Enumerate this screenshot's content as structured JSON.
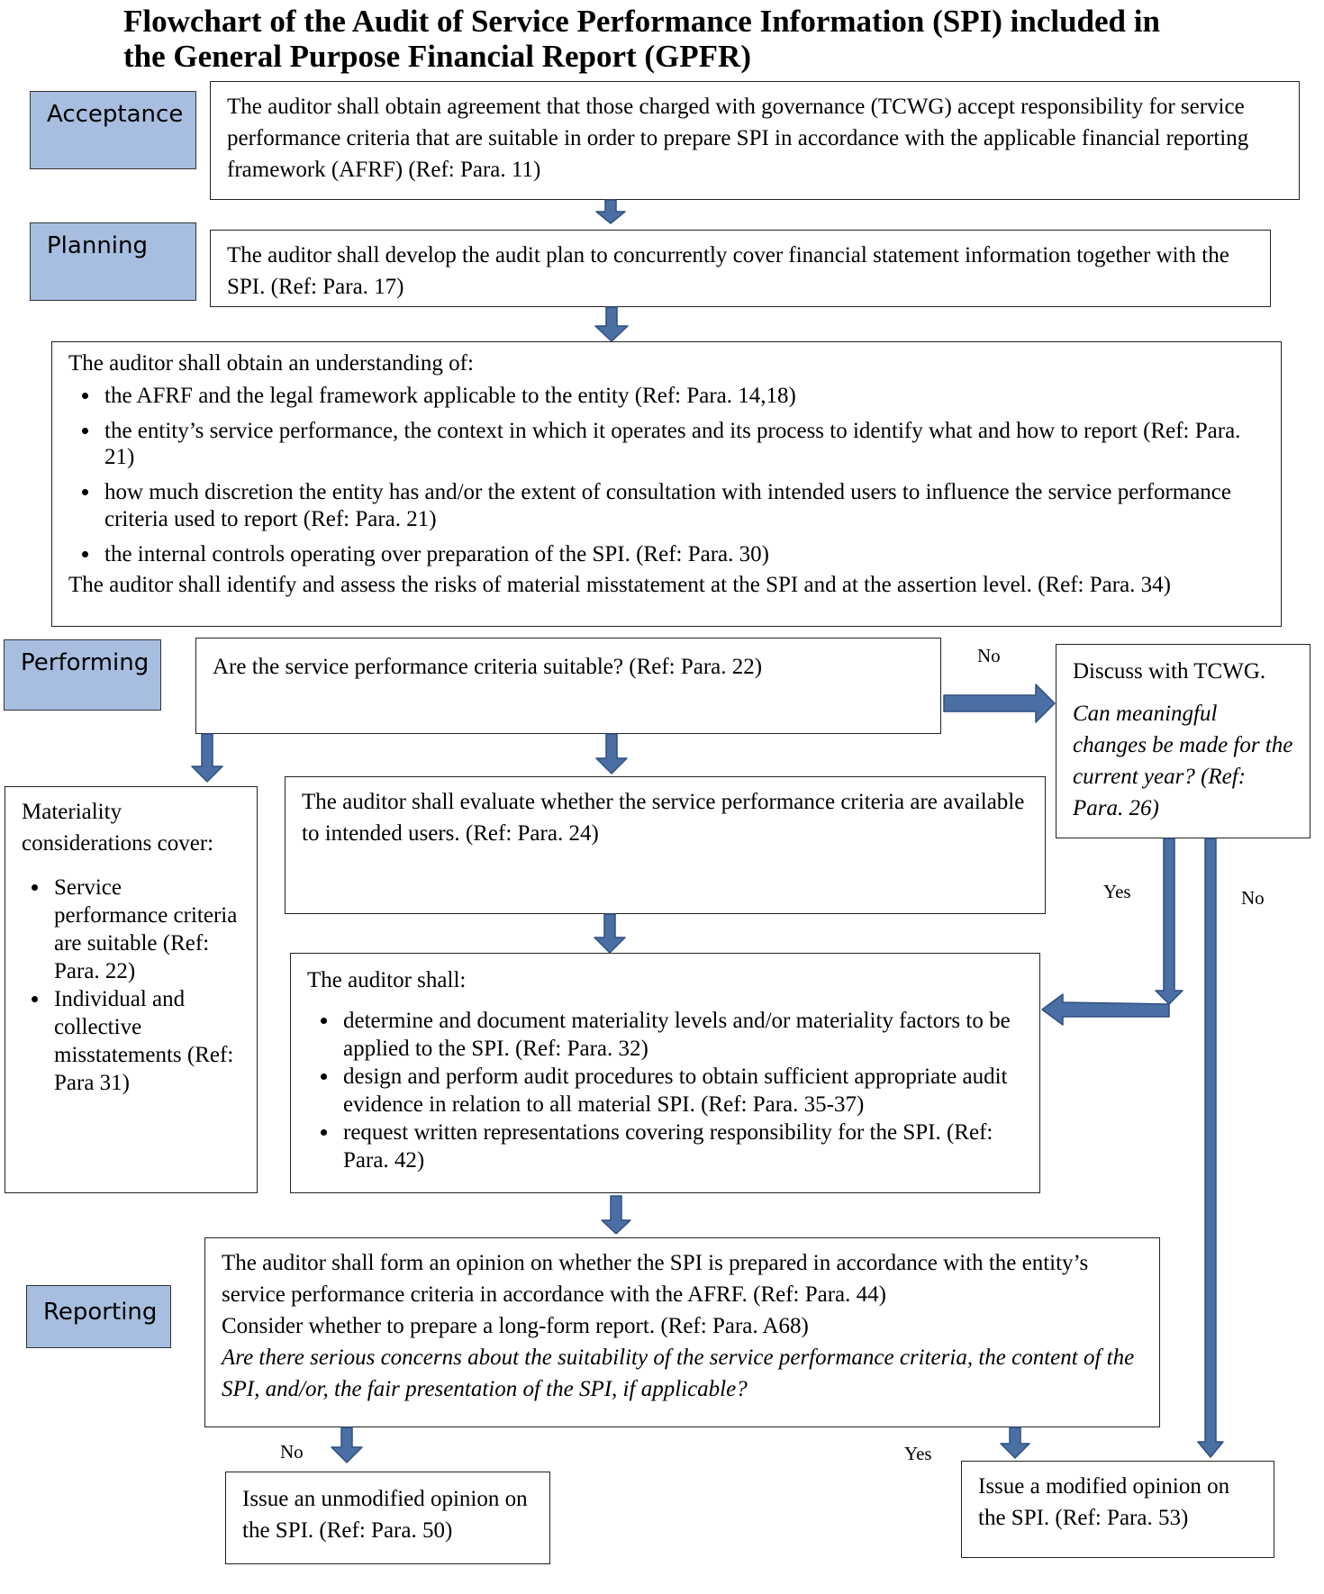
{
  "title": {
    "line1": "Flowchart of the Audit of Service Performance Information (SPI) included in",
    "line2": "the General Purpose Financial Report (GPFR)"
  },
  "stages": {
    "acceptance": "Acceptance",
    "planning": "Planning",
    "performing": "Performing",
    "reporting": "Reporting"
  },
  "boxes": {
    "acceptance": "The auditor shall obtain agreement that those charged with governance (TCWG) accept responsibility for service performance criteria that are suitable in order to prepare SPI in accordance with the applicable financial reporting framework (AFRF) (Ref: Para. 11)",
    "planning": "The auditor shall develop the audit plan to concurrently cover financial statement information together with the SPI. (Ref: Para. 17)",
    "understanding": {
      "intro": "The auditor shall obtain an understanding of:",
      "items": [
        "the AFRF and the legal framework applicable to the entity (Ref: Para. 14,18)",
        "the entity’s service performance, the context in which it operates and its process to identify what and how to report (Ref: Para. 21)",
        "how much discretion the entity has and/or the extent of consultation with intended users to influence the service performance criteria used to report (Ref: Para. 21)",
        "the internal controls operating over preparation of the SPI. (Ref: Para. 30)"
      ],
      "closing": "The auditor shall identify and assess the risks of material misstatement at the SPI and at the assertion level. (Ref: Para. 34)"
    },
    "suitable_question": "Are the service performance criteria suitable? (Ref: Para. 22)",
    "discuss": {
      "line": "Discuss with TCWG.",
      "question": "Can meaningful changes be made for the current year? (Ref: Para. 26)"
    },
    "materiality": {
      "intro": "Materiality considerations cover:",
      "items": [
        "Service performance criteria are suitable (Ref: Para. 22)",
        "Individual and collective misstatements (Ref: Para 31)"
      ]
    },
    "evaluate": "The auditor shall evaluate whether the service performance criteria are available to intended users. (Ref: Para. 24)",
    "auditor_shall": {
      "intro": "The auditor shall:",
      "items": [
        "determine and document materiality levels and/or materiality factors to be applied to the SPI. (Ref: Para. 32)",
        "design and perform audit procedures to obtain sufficient appropriate audit evidence in relation to all material SPI. (Ref: Para. 35-37)",
        "request written representations covering responsibility for the SPI. (Ref: Para. 42)"
      ]
    },
    "opinion": {
      "line1": "The auditor shall form an opinion on whether the SPI is prepared in accordance with the entity’s service performance criteria in accordance with the AFRF. (Ref: Para. 44)",
      "line2": "Consider whether to prepare a long-form report. (Ref: Para. A68)",
      "question": "Are there serious concerns about the suitability of the service performance criteria, the content of the SPI, and/or, the fair presentation of the SPI, if applicable?"
    },
    "unmodified": "Issue an unmodified opinion on the SPI. (Ref: Para. 50)",
    "modified": "Issue a modified opinion on the SPI. (Ref: Para. 53)"
  },
  "labels": {
    "no_suitable": "No",
    "yes_changes": "Yes",
    "no_changes": "No",
    "no_concerns": "No",
    "yes_concerns": "Yes"
  },
  "colors": {
    "stage_fill": "#a7bee0",
    "arrow_fill": "#4a6fa5"
  }
}
